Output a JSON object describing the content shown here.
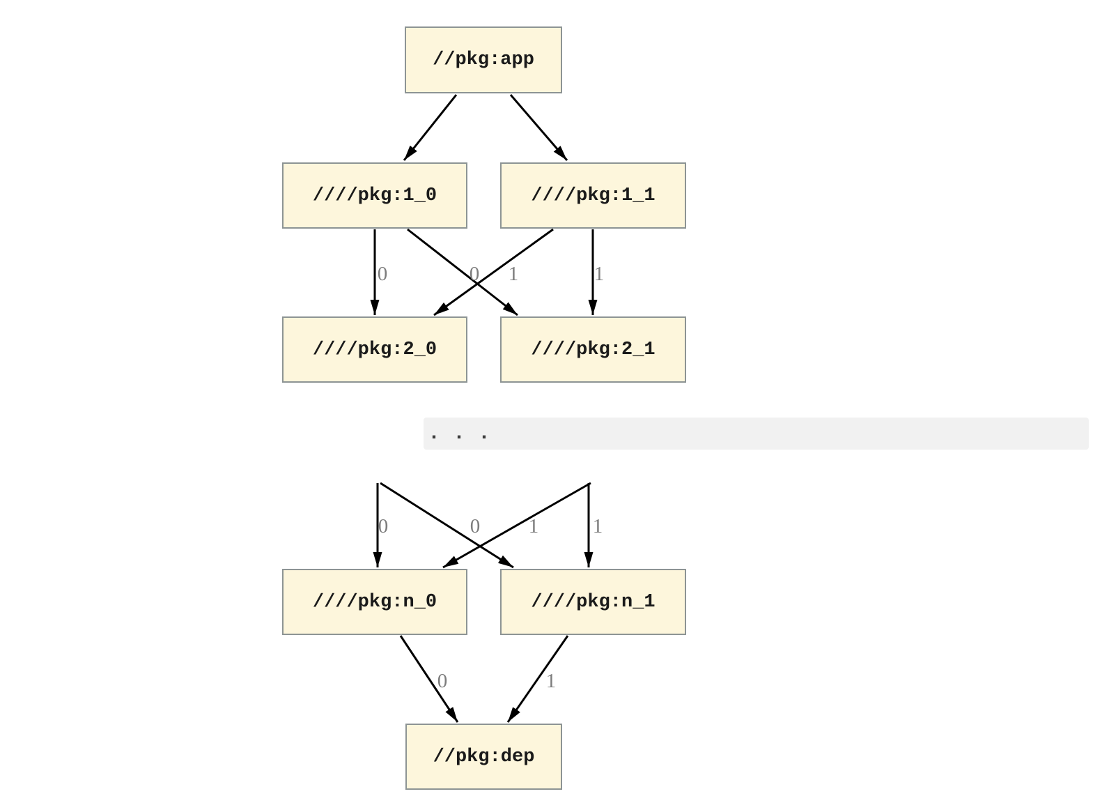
{
  "diagram": {
    "type": "dependency-graph",
    "description": "Package version dependency graph with diamond fan-out from //pkg:app through versioned levels down to //pkg:dep",
    "nodes": [
      {
        "id": "app",
        "label": "//pkg:app"
      },
      {
        "id": "1_0",
        "label": "////pkg:1_0"
      },
      {
        "id": "1_1",
        "label": "////pkg:1_1"
      },
      {
        "id": "2_0",
        "label": "////pkg:2_0"
      },
      {
        "id": "2_1",
        "label": "////pkg:2_1"
      },
      {
        "id": "ellipsis",
        "label": ". . ."
      },
      {
        "id": "n_0",
        "label": "////pkg:n_0"
      },
      {
        "id": "n_1",
        "label": "////pkg:n_1"
      },
      {
        "id": "dep",
        "label": "//pkg:dep"
      }
    ],
    "edges": [
      {
        "from": "//pkg:app",
        "to": "////pkg:1_0",
        "label": ""
      },
      {
        "from": "//pkg:app",
        "to": "////pkg:1_1",
        "label": ""
      },
      {
        "from": "////pkg:1_0",
        "to": "////pkg:2_0",
        "label": "0"
      },
      {
        "from": "////pkg:1_0",
        "to": "////pkg:2_1",
        "label": "1"
      },
      {
        "from": "////pkg:1_1",
        "to": "////pkg:2_0",
        "label": "0"
      },
      {
        "from": "////pkg:1_1",
        "to": "////pkg:2_1",
        "label": "1"
      },
      {
        "from": ". . .",
        "to": "////pkg:n_0",
        "label": "0"
      },
      {
        "from": ". . .",
        "to": "////pkg:n_1",
        "label": "1"
      },
      {
        "from": ". . .",
        "to": "////pkg:n_0",
        "label": "0"
      },
      {
        "from": ". . .",
        "to": "////pkg:n_1",
        "label": "1"
      },
      {
        "from": "////pkg:n_0",
        "to": "//pkg:dep",
        "label": "0"
      },
      {
        "from": "////pkg:n_1",
        "to": "//pkg:dep",
        "label": "1"
      }
    ],
    "colors": {
      "background": "#ffffff",
      "node_fill": "#fdf6dc",
      "node_border": "#8d9494",
      "node_text": "#1a1a1a",
      "edge_stroke": "#000000",
      "edge_label": "#7d7d7d",
      "band_fill": "#f1f1f1",
      "band_text": "#3d3d3d"
    }
  }
}
